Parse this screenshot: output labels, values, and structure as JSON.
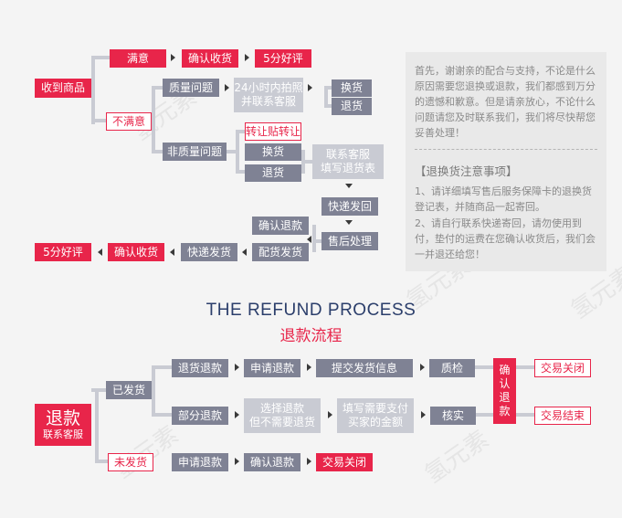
{
  "top": {
    "received": "收到商品",
    "satisfied": "满意",
    "confirm_receipt": "确认收货",
    "five_star": "5分好评",
    "unsatisfied": "不满意",
    "quality_issue": "质量问题",
    "contact_photo": [
      "24小时内拍照",
      "并联系客服"
    ],
    "exchange": "换货",
    "return": "退货",
    "non_quality_issue": "非质量问题",
    "transfer_sticker": "转让贴转让",
    "exchange2": "换货",
    "return2": "退货",
    "contact_form": [
      "联系客服",
      "填写退货表"
    ],
    "express_return": "快递发回",
    "after_sales": "售后处理",
    "confirm_refund": "确认退款",
    "dispatch": "配货发货",
    "express_ship": "快递发货",
    "confirm_receipt2": "确认收货",
    "five_star2": "5分好评"
  },
  "note": {
    "intro": "首先，谢谢亲的配合与支持，不论是什么原因需要您退换或退款，我们都感到万分的遗憾和歉意。但是请亲放心，不论什么问题请您及时联系我们，我们将尽快帮您妥善处理！",
    "heading": "【退换货注意事项】",
    "item1": "1、请详细填写售后服务保障卡的退换货登记表，并随商品一起寄回。",
    "item2": "2、请自行联系快递寄回，请勿使用到付，垫付的运费在您确认收货后，我们会一并退还给您！"
  },
  "title_en": "THE REFUND PROCESS",
  "title_cn": "退款流程",
  "bottom": {
    "refund_big": "退款",
    "refund_sub": "联系客服",
    "shipped": "已发货",
    "return_refund": "退货退款",
    "apply_refund": "申请退款",
    "submit_ship_info": "提交发货信息",
    "quality_check": "质检",
    "confirm_refund_vertical": [
      "确",
      "认",
      "退",
      "款"
    ],
    "trade_closed": "交易关闭",
    "partial_refund": "部分退款",
    "select_refund": [
      "选择退款",
      "但不需要退货"
    ],
    "fill_amount": [
      "填写需要支付",
      "买家的金额"
    ],
    "verify": "核实",
    "trade_done": "交易结束",
    "not_shipped": "未发货",
    "apply_refund2": "申请退款",
    "confirm_refund2": "确认退款",
    "trade_closed2": "交易关闭"
  },
  "watermark": "氢元素",
  "colors": {
    "accent": "#e8254a",
    "node_dark": "#7f8294",
    "node_light": "#c9cbd3",
    "title": "#2b3e6b"
  }
}
